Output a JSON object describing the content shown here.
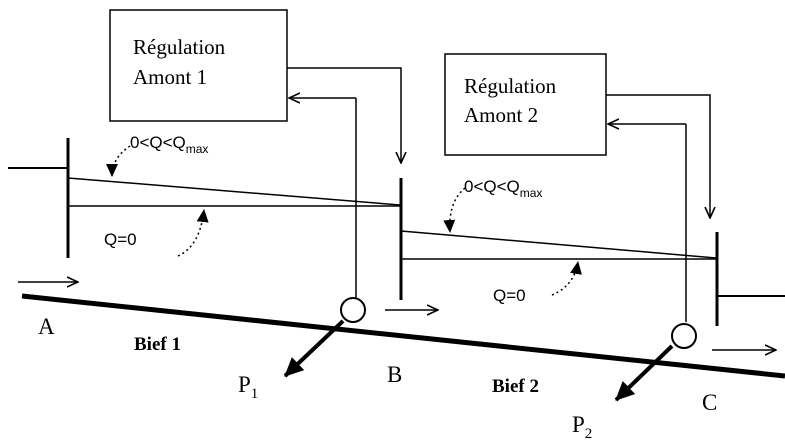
{
  "regulators": [
    {
      "line1": "Régulation",
      "line2": "Amont 1"
    },
    {
      "line1": "Régulation",
      "line2": "Amont 2"
    }
  ],
  "flow_annotations": [
    {
      "prefix": "0<Q<Q",
      "subscript": "max"
    },
    {
      "prefix": "0<Q<Q",
      "subscript": "max"
    },
    {
      "label": "Q=0"
    },
    {
      "label": "Q=0"
    }
  ],
  "points": {
    "a": "A",
    "b": "B",
    "c": "C"
  },
  "reaches": {
    "bief1": "Bief 1",
    "bief2": "Bief 2"
  },
  "pumps": [
    {
      "letter": "P",
      "subscript": "1"
    },
    {
      "letter": "P",
      "subscript": "2"
    }
  ]
}
